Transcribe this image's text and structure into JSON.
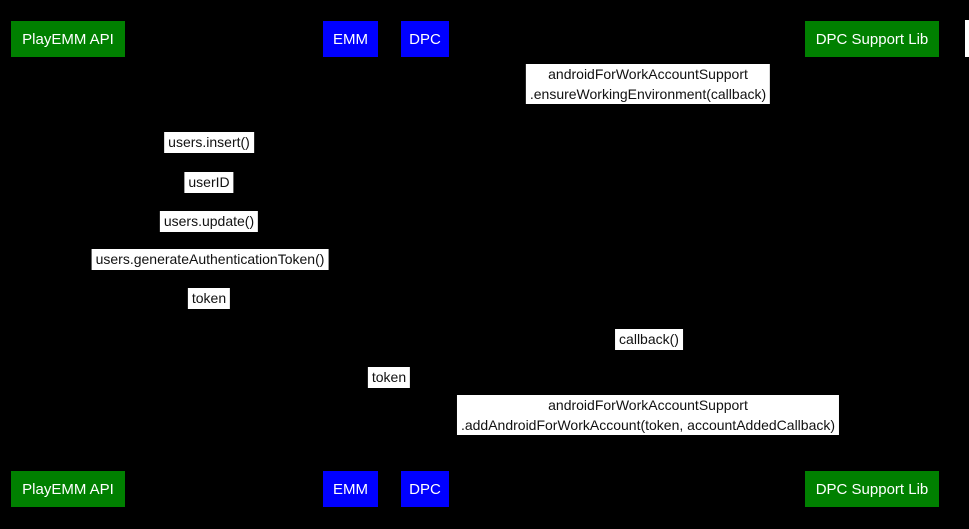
{
  "colors": {
    "background": "#000000",
    "participant_green": "#008000",
    "participant_blue": "#0000ff",
    "label_background": "#ffffff",
    "label_text": "#111111",
    "participant_text": "#ffffff"
  },
  "participants": {
    "playemm_api": "PlayEMM API",
    "emm": "EMM",
    "dpc": "DPC",
    "dpc_support_lib": "DPC Support Lib"
  },
  "messages": [
    {
      "lines": [
        "androidForWorkAccountSupport",
        ".ensureWorkingEnvironment(callback)"
      ]
    },
    {
      "text": "users.insert()"
    },
    {
      "text": "userID"
    },
    {
      "text": "users.update()"
    },
    {
      "text": "users.generateAuthenticationToken()"
    },
    {
      "text": "token"
    },
    {
      "text": "callback()"
    },
    {
      "text": "token"
    },
    {
      "lines": [
        "androidForWorkAccountSupport",
        ".addAndroidForWorkAccount(token, accountAddedCallback)"
      ]
    }
  ]
}
